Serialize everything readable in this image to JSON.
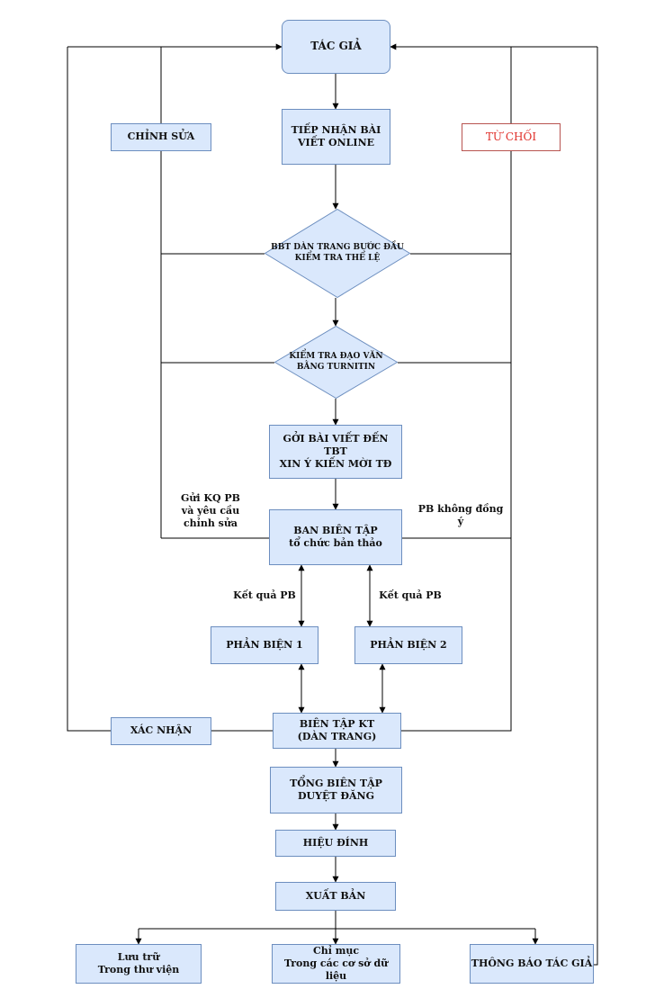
{
  "nodes": {
    "tac_gia": "TÁC GIẢ",
    "tiep_nhan": "TIẾP NHẬN BÀI\nVIẾT ONLINE",
    "chinh_sua": "CHỈNH SỬA",
    "tu_choi": "TỪ CHỐI",
    "bbt_dan_trang": "BBT DÀN TRANG BƯỚC ĐẦU\nKIỂM TRA THỂ LỆ",
    "kiem_tra_dao_van": "KIỂM TRA ĐẠO VĂN\nBẰNG TURNITIN",
    "goi_bai_viet": "GỞI BÀI VIẾT ĐẾN TBT\nXIN Ý KIẾN MỜI TĐ",
    "ban_bien_tap": "BAN BIÊN TẬP\ntổ chức bản thảo",
    "phan_bien_1": "PHẢN BIỆN 1",
    "phan_bien_2": "PHẢN BIỆN 2",
    "xac_nhan": "XÁC NHẬN",
    "bien_tap_kt": "BIÊN TẬP KT\n(DÀN TRANG)",
    "tong_bien_tap": "TỔNG BIÊN TẬP\nDUYỆT ĐĂNG",
    "hieu_dinh": "HIỆU ĐÍNH",
    "xuat_ban": "XUẤT BẢN",
    "luu_tru": "Lưu trữ\nTrong thư viện",
    "chi_muc": "Chỉ mục\nTrong các cơ sở dữ liệu",
    "thong_bao": "THÔNG BÁO TÁC GIẢ"
  },
  "labels": {
    "gui_kq_pb": "Gửi KQ PB\nvà yêu cầu\nchỉnh sửa",
    "pb_khong_dong_y": "PB không đồng ý",
    "ket_qua_pb_1": "Kết quả PB",
    "ket_qua_pb_2": "Kết quả PB"
  },
  "colors": {
    "node_fill": "#dae8fc",
    "node_border": "#6c8ebf",
    "reject_border": "#b85450",
    "reject_text": "#e0302a",
    "line": "#000000"
  }
}
